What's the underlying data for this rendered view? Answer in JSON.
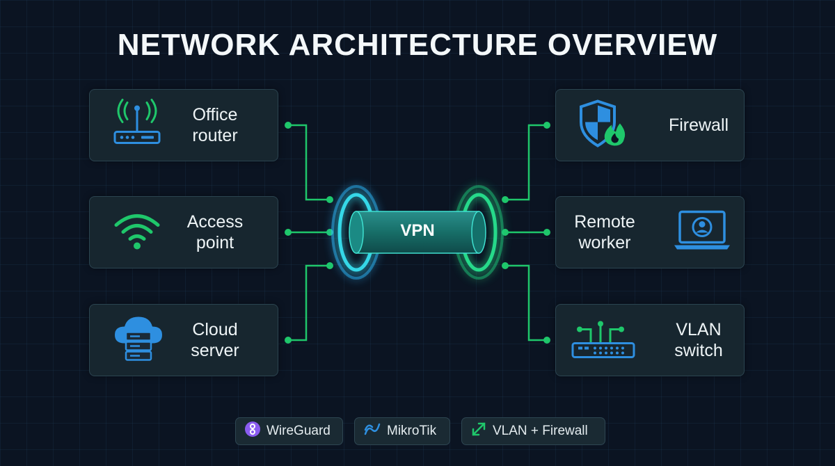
{
  "title": "NETWORK ARCHITECTURE OVERVIEW",
  "center": {
    "label": "VPN"
  },
  "left_nodes": [
    {
      "label": "Office\nrouter",
      "icon": "router-icon"
    },
    {
      "label": "Access\npoint",
      "icon": "wifi-icon"
    },
    {
      "label": "Cloud\nserver",
      "icon": "cloud-server-icon"
    }
  ],
  "right_nodes": [
    {
      "label": "Firewall",
      "icon": "shield-fire-icon"
    },
    {
      "label": "Remote\nworker",
      "icon": "laptop-user-icon"
    },
    {
      "label": "VLAN\nswitch",
      "icon": "switch-icon"
    }
  ],
  "badges": [
    {
      "label": "WireGuard",
      "icon": "wireguard-icon"
    },
    {
      "label": "MikroTik",
      "icon": "mikrotik-icon"
    },
    {
      "label": "VLAN + Firewall",
      "icon": "expand-arrows-icon"
    }
  ],
  "colors": {
    "accent_green": "#1fc76b",
    "accent_blue": "#2e8fe0",
    "glow_cyan": "#36d8e8",
    "card_bg": "#17262f"
  }
}
